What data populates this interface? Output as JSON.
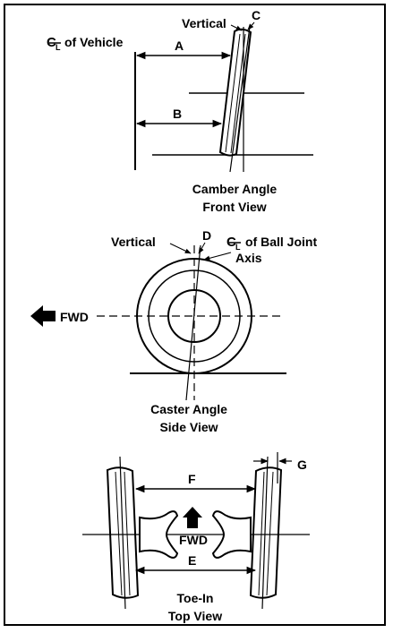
{
  "camber": {
    "label_vertical": "Vertical",
    "label_c": "C",
    "label_centerline": "of Vehicle",
    "label_a": "A",
    "label_b": "B",
    "caption_line1": "Camber Angle",
    "caption_line2": "Front View"
  },
  "caster": {
    "label_vertical": "Vertical",
    "label_d": "D",
    "label_ball_joint_line1": "of Ball Joint",
    "label_ball_joint_line2": "Axis",
    "label_fwd": "FWD",
    "caption_line1": "Caster Angle",
    "caption_line2": "Side View"
  },
  "toe": {
    "label_f": "F",
    "label_g": "G",
    "label_fwd": "FWD",
    "label_e": "E",
    "caption_line1": "Toe-In",
    "caption_line2": "Top View"
  },
  "colors": {
    "ink": "#000000",
    "paper": "#ffffff"
  }
}
